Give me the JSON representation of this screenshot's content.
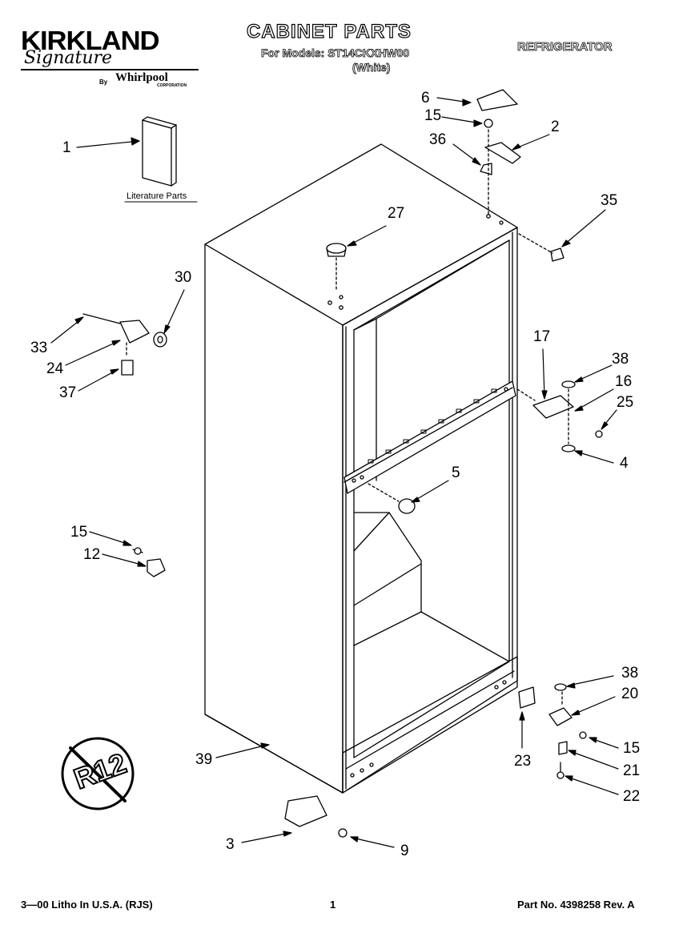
{
  "header": {
    "brand_name": "KIRKLAND",
    "brand_script": "Signature",
    "brand_by": "By",
    "brand_maker": "Whirlpool",
    "brand_corp": "CORPORATION",
    "title": "CABINET PARTS",
    "models_line": "For Models: ST14CKXHW00",
    "color_line": "(White)",
    "category": "REFRIGERATOR"
  },
  "literature_label": "Literature Parts",
  "callouts": [
    {
      "id": "c1",
      "label": "1"
    },
    {
      "id": "c2",
      "label": "2"
    },
    {
      "id": "c3",
      "label": "3"
    },
    {
      "id": "c4",
      "label": "4"
    },
    {
      "id": "c5",
      "label": "5"
    },
    {
      "id": "c6",
      "label": "6"
    },
    {
      "id": "c9",
      "label": "9"
    },
    {
      "id": "c12",
      "label": "12"
    },
    {
      "id": "c15a",
      "label": "15"
    },
    {
      "id": "c15b",
      "label": "15"
    },
    {
      "id": "c15c",
      "label": "15"
    },
    {
      "id": "c16",
      "label": "16"
    },
    {
      "id": "c17",
      "label": "17"
    },
    {
      "id": "c20",
      "label": "20"
    },
    {
      "id": "c21",
      "label": "21"
    },
    {
      "id": "c22",
      "label": "22"
    },
    {
      "id": "c23",
      "label": "23"
    },
    {
      "id": "c24",
      "label": "24"
    },
    {
      "id": "c25",
      "label": "25"
    },
    {
      "id": "c27",
      "label": "27"
    },
    {
      "id": "c30",
      "label": "30"
    },
    {
      "id": "c33",
      "label": "33"
    },
    {
      "id": "c35",
      "label": "35"
    },
    {
      "id": "c36",
      "label": "36"
    },
    {
      "id": "c37",
      "label": "37"
    },
    {
      "id": "c38a",
      "label": "38"
    },
    {
      "id": "c38b",
      "label": "38"
    },
    {
      "id": "c39",
      "label": "39"
    }
  ],
  "r12_mark": "R12",
  "footer": {
    "left": "3—00 Litho In U.S.A. (RJS)",
    "center": "1",
    "right": "Part No. 4398258 Rev. A"
  }
}
